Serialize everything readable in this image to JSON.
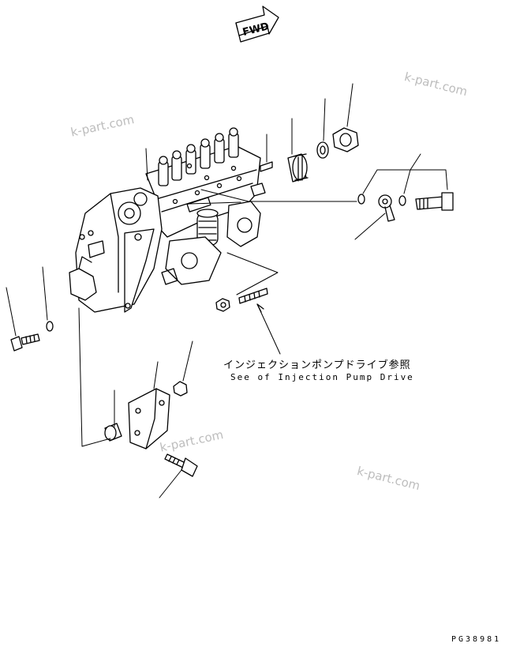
{
  "diagram": {
    "fwd_label": "FWD",
    "caption_japanese": "インジェクションポンプドライブ参照",
    "caption_english": "See of Injection Pump Drive",
    "drawing_code": "PG38981"
  },
  "watermarks": [
    "k-part.com",
    "k-part.com",
    "k-part.com",
    "k-part.com"
  ]
}
